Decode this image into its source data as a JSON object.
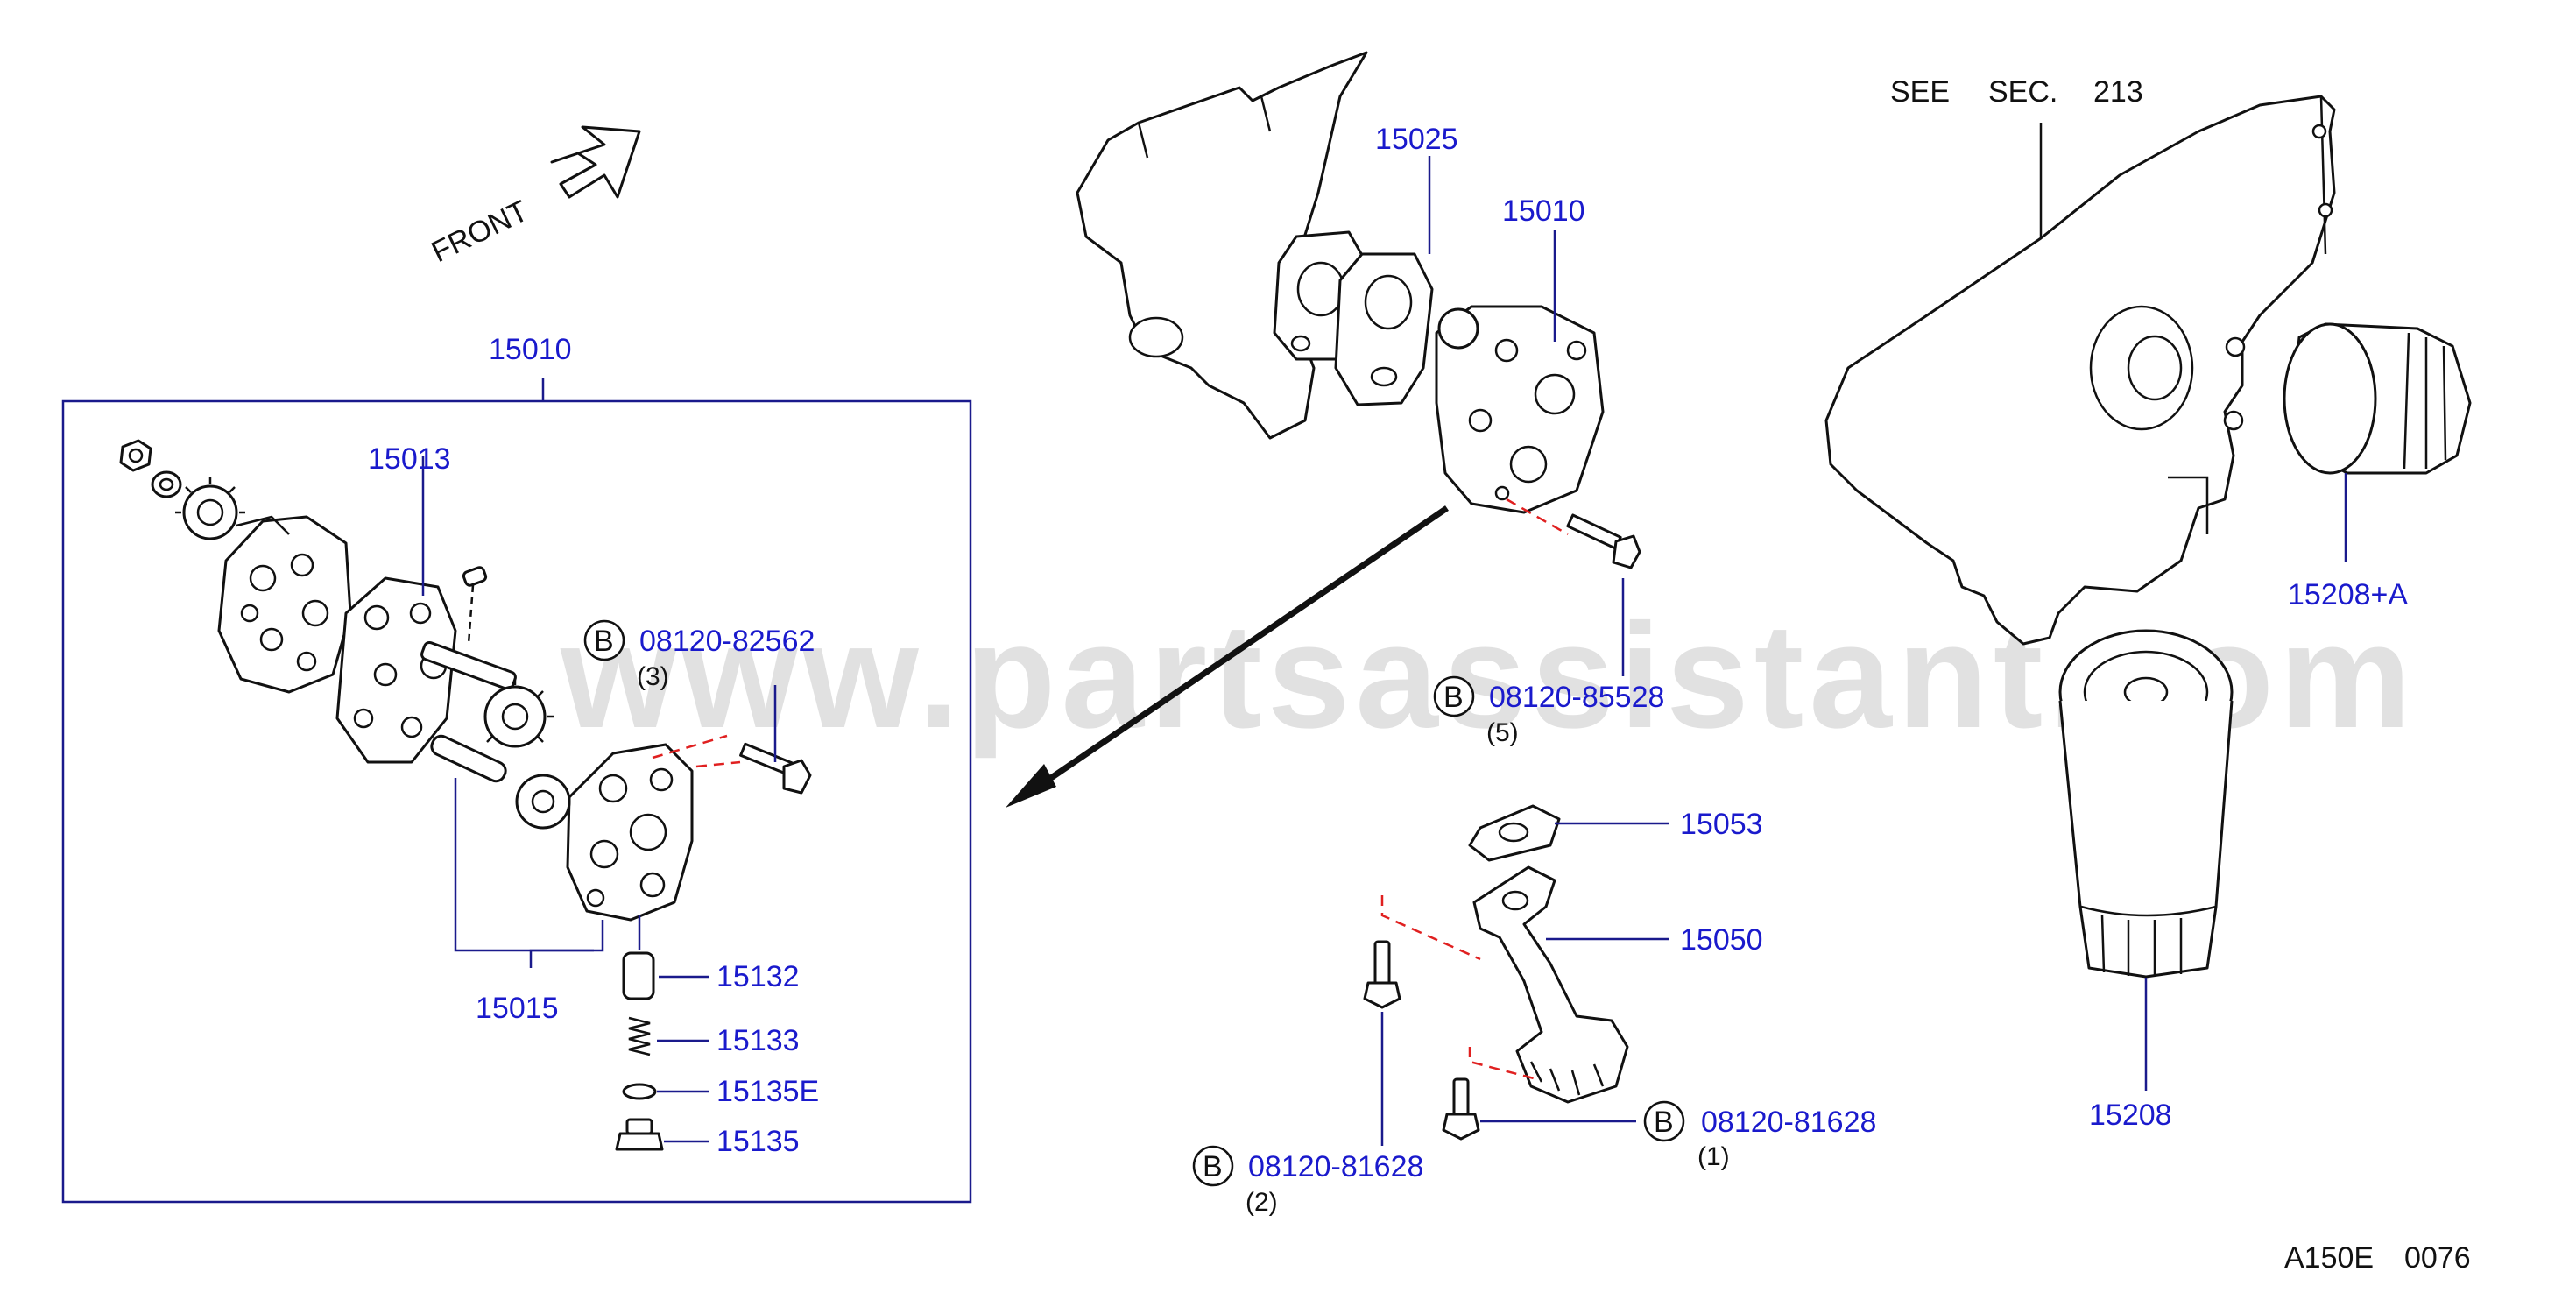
{
  "watermark": "www.partsassistant.com",
  "front_label": "FRONT",
  "see_section": {
    "see": "SEE",
    "sec": "SEC.",
    "num": "213"
  },
  "drawing_code": {
    "id": "A150E",
    "num": "0076"
  },
  "callouts": {
    "c15010_box": "15010",
    "c15013": "15013",
    "c15015": "15015",
    "c15132": "15132",
    "c15133": "15133",
    "c15135E": "15135E",
    "c15135": "15135",
    "c15025": "15025",
    "c15010_top": "15010",
    "c15053": "15053",
    "c15050": "15050",
    "c15208A": "15208+A",
    "c15208": "15208"
  },
  "bolts": {
    "b1": {
      "marker": "B",
      "part": "08120-82562",
      "qty": "(3)"
    },
    "b2": {
      "marker": "B",
      "part": "08120-85528",
      "qty": "(5)"
    },
    "b3": {
      "marker": "B",
      "part": "08120-81628",
      "qty": "(1)"
    },
    "b4": {
      "marker": "B",
      "part": "08120-81628",
      "qty": "(2)"
    }
  },
  "colors": {
    "callout_text": "#1a1acc",
    "leader_line": "#1a1a8c",
    "dashed_link": "#e02020",
    "linework": "#111111",
    "watermark": "#c9c9c9"
  }
}
